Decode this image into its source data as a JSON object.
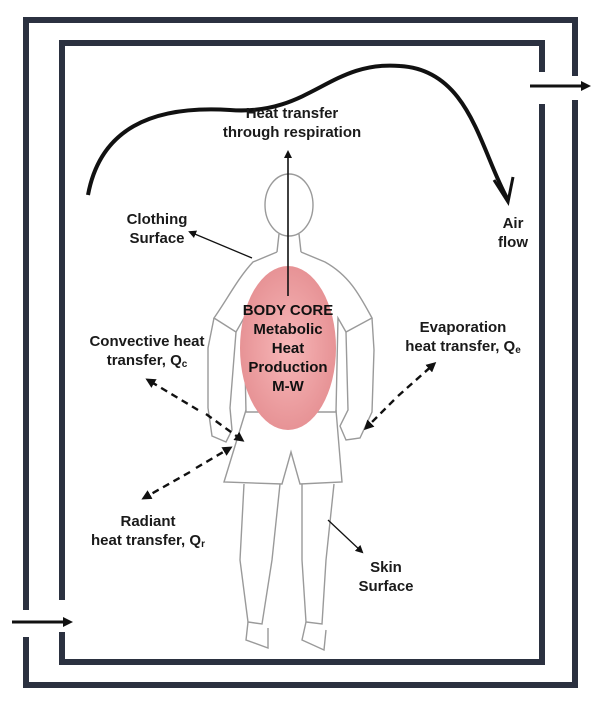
{
  "labels": {
    "respiration": [
      "Heat transfer",
      "through respiration"
    ],
    "clothing": [
      "Clothing",
      "Surface"
    ],
    "air_flow": [
      "Air",
      "flow"
    ],
    "convective": {
      "line1": "Convective heat",
      "line2_prefix": "transfer, Q",
      "subscript": "c"
    },
    "evaporation": {
      "line1": "Evaporation",
      "line2_prefix": "heat transfer, Q",
      "subscript": "e"
    },
    "radiant": {
      "line1": "Radiant",
      "line2_prefix": "heat transfer, Q",
      "subscript": "r"
    },
    "skin": [
      "Skin",
      "Surface"
    ],
    "core": [
      "BODY CORE",
      "Metabolic",
      "Heat",
      "Production",
      "M-W"
    ]
  },
  "colors": {
    "wall": "#2b3140",
    "ink": "#111111",
    "body_outline": "#9a9a9a",
    "core_fill": "#e58f92"
  }
}
